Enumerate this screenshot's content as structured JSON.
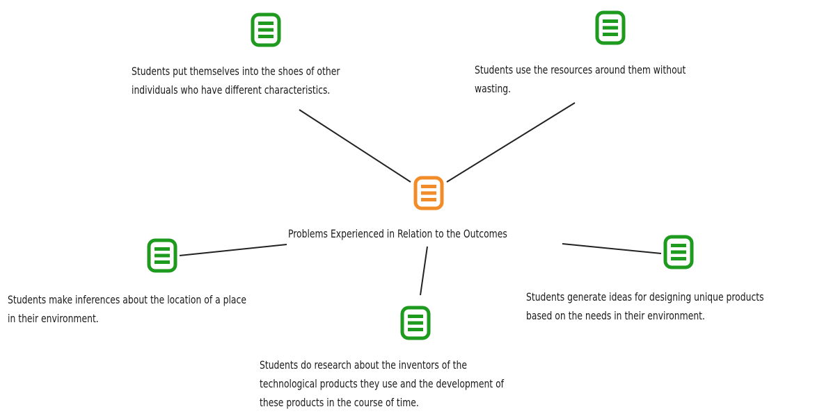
{
  "colors": {
    "central": "#f28c28",
    "branch": "#1e9a1e",
    "link": "#222222"
  },
  "central": {
    "icon": "note-icon",
    "label": "Problems Experienced in Relation to the Outcomes"
  },
  "branches": [
    {
      "icon": "note-icon",
      "lines": [
        "Students put themselves into the shoes of other",
        "individuals who have different characteristics."
      ]
    },
    {
      "icon": "note-icon",
      "lines": [
        "Students use the resources around them without",
        "wasting."
      ]
    },
    {
      "icon": "note-icon",
      "lines": [
        "Students make inferences about the location of a place",
        "in their environment."
      ]
    },
    {
      "icon": "note-icon",
      "lines": [
        "Students do research about the inventors of the",
        "technological products they use and the development of",
        "these products in the course of time."
      ]
    },
    {
      "icon": "note-icon",
      "lines": [
        "Students generate ideas for designing unique products",
        "based on the needs in their environment."
      ]
    }
  ]
}
